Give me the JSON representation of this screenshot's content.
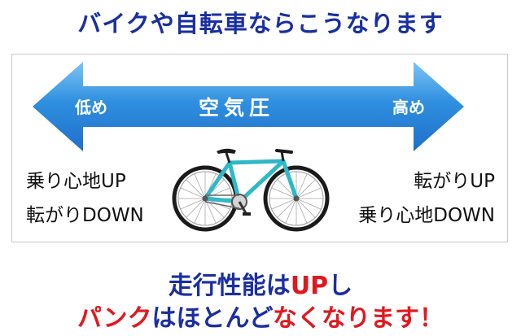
{
  "header": {
    "title": "バイクや自転車ならこうなります"
  },
  "arrow": {
    "left_label": "低め",
    "center_label": "空気圧",
    "right_label": "高め"
  },
  "left_effects": {
    "line1": "乗り心地UP",
    "line2": "転がりDOWN"
  },
  "right_effects": {
    "line1": "転がりUP",
    "line2": "乗り心地DOWN"
  },
  "conclusion": {
    "line1_part1": "走行性能は",
    "line1_part2": "UP",
    "line1_part3": "し",
    "line2_part1": "パンク",
    "line2_part2": "はほとんど",
    "line2_part3": "なくなります！"
  },
  "colors": {
    "title_blue": "#1a2fa0",
    "accent_red": "#e0191f",
    "arrow_blue": "#2f8fe0",
    "bike_teal": "#2fb8c8"
  },
  "icons": {
    "bicycle": "bicycle-icon",
    "double_arrow": "double-arrow-icon"
  }
}
